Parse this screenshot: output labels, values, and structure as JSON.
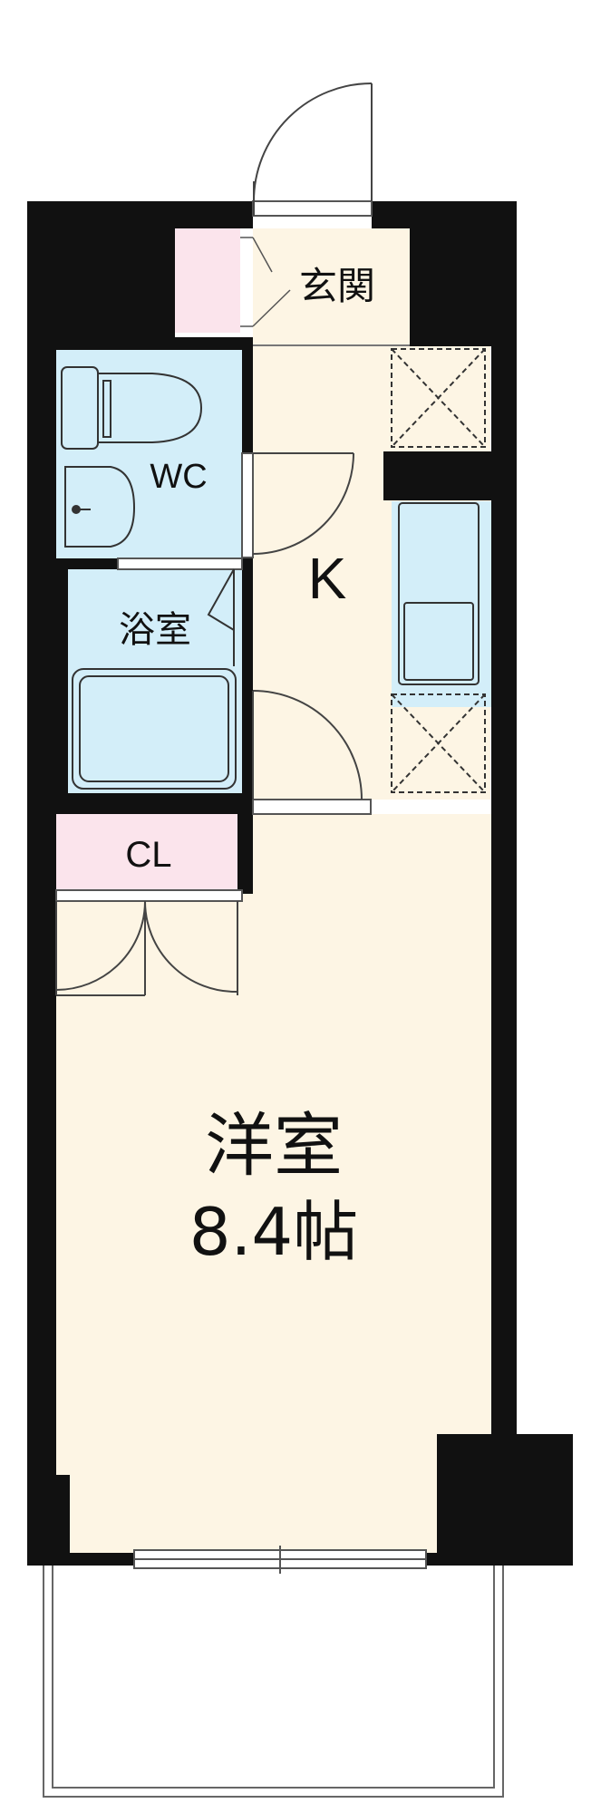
{
  "rooms": {
    "entrance": {
      "label": "玄関"
    },
    "toilet": {
      "label": "WC"
    },
    "kitchen": {
      "label": "K"
    },
    "bathroom": {
      "label": "浴室"
    },
    "closet": {
      "label": "CL"
    },
    "western_room": {
      "label": "洋室",
      "size": "8.4帖"
    }
  },
  "colors": {
    "wall": "#111111",
    "floor": "#fdf5e4",
    "wet_area": "#d3eef9",
    "storage": "#fbe4ec",
    "fixture_stroke": "#333333",
    "outline": "#555555"
  }
}
